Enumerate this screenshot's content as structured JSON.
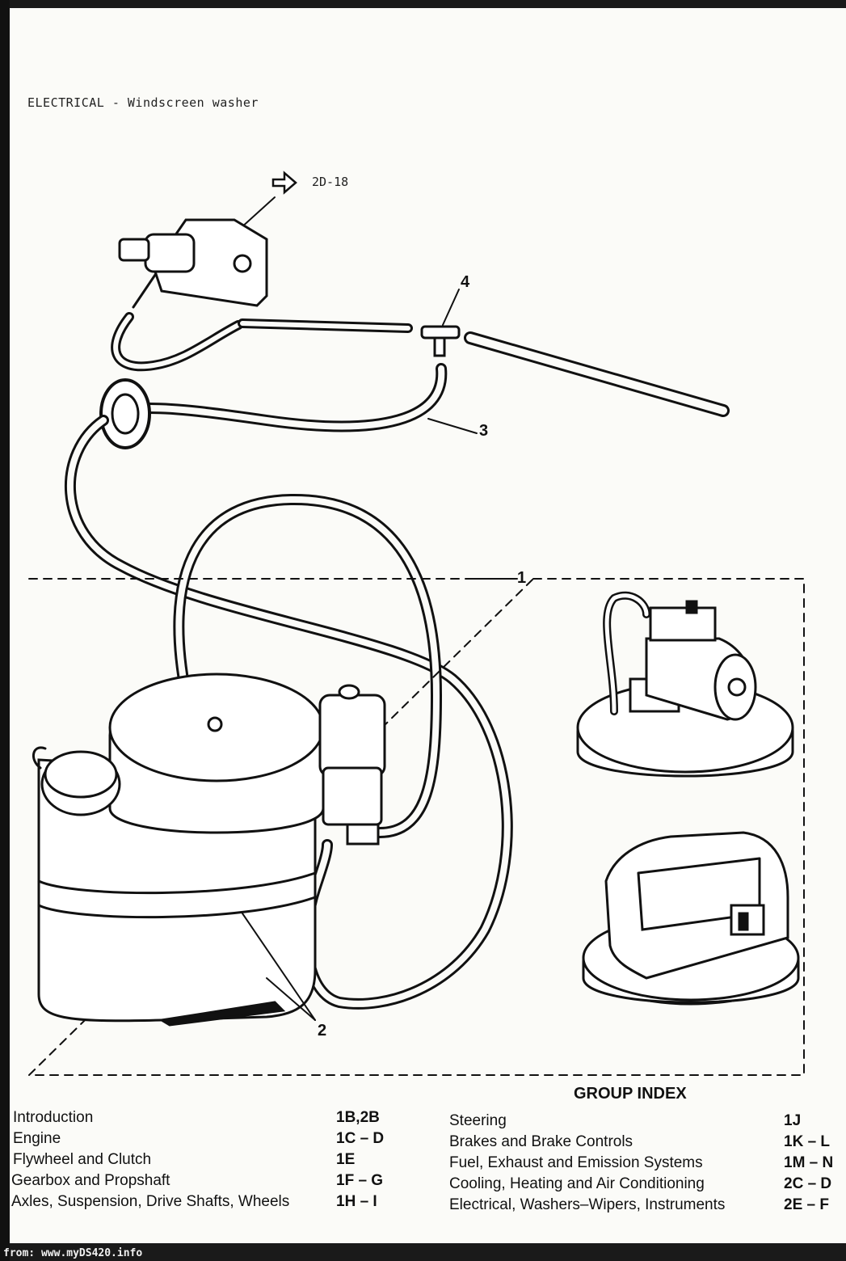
{
  "page": {
    "header": "ELECTRICAL - Windscreen washer",
    "reference": "2D-18",
    "footer": "from: www.myDS420.info"
  },
  "diagram": {
    "callouts": [
      "1",
      "2",
      "3",
      "4"
    ]
  },
  "group_index": {
    "title": "GROUP INDEX",
    "left": [
      {
        "label": "Introduction",
        "code": "1B,2B"
      },
      {
        "label": "Engine",
        "code": "1C – D"
      },
      {
        "label": "Flywheel and Clutch",
        "code": "1E"
      },
      {
        "label": "Gearbox and Propshaft",
        "code": "1F – G"
      },
      {
        "label": "Axles, Suspension, Drive Shafts, Wheels",
        "code": "1H – I"
      }
    ],
    "right": [
      {
        "label": "Steering",
        "code": "1J"
      },
      {
        "label": "Brakes and Brake Controls",
        "code": "1K – L"
      },
      {
        "label": "Fuel, Exhaust and Emission Systems",
        "code": "1M – N"
      },
      {
        "label": "Cooling, Heating and Air Conditioning",
        "code": "2C – D"
      },
      {
        "label": "Electrical, Washers–Wipers, Instruments",
        "code": "2E – F"
      }
    ]
  }
}
